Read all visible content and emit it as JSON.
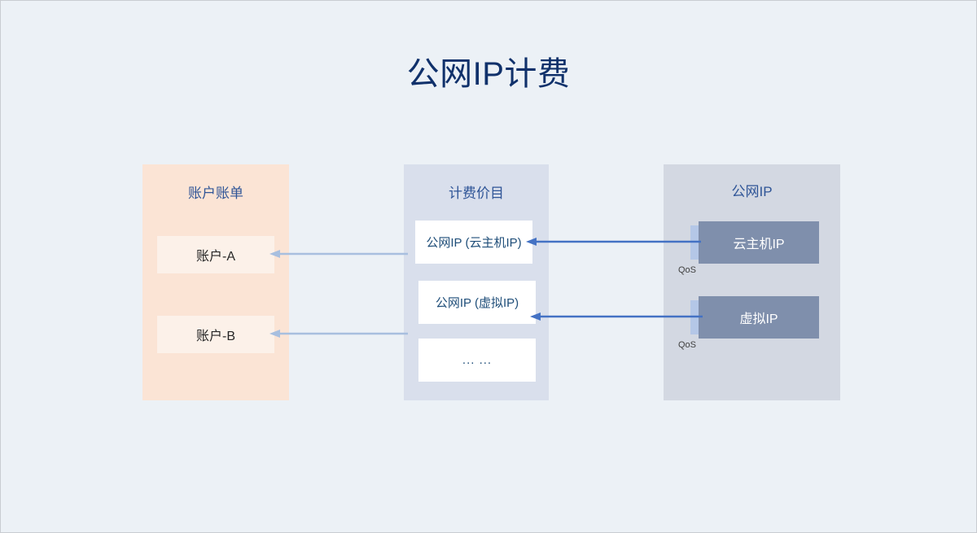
{
  "page": {
    "title": "公网IP计费",
    "background_color": "#ecf1f6",
    "title_color": "#10316b"
  },
  "panels": {
    "accounts": {
      "title": "账户账单",
      "fill_color": "#fbe4d5",
      "items": [
        {
          "label": "账户-A"
        },
        {
          "label": "账户-B"
        }
      ]
    },
    "catalog": {
      "title": "计费价目",
      "fill_color": "#d9dfec",
      "items": [
        {
          "label": "公网IP (云主机IP)"
        },
        {
          "label": "公网IP (虚拟IP)"
        },
        {
          "label": "... ..."
        }
      ]
    },
    "public_ip": {
      "title": "公网IP",
      "fill_color": "#d3d8e2",
      "box_color": "#7f8fac",
      "items": [
        {
          "label": "云主机IP",
          "qos_label": "QoS"
        },
        {
          "label": "虚拟IP",
          "qos_label": "QoS"
        }
      ]
    }
  },
  "arrows": {
    "ip_to_catalog_color": "#4472c4",
    "catalog_to_account_color": "#a8bfdf"
  }
}
